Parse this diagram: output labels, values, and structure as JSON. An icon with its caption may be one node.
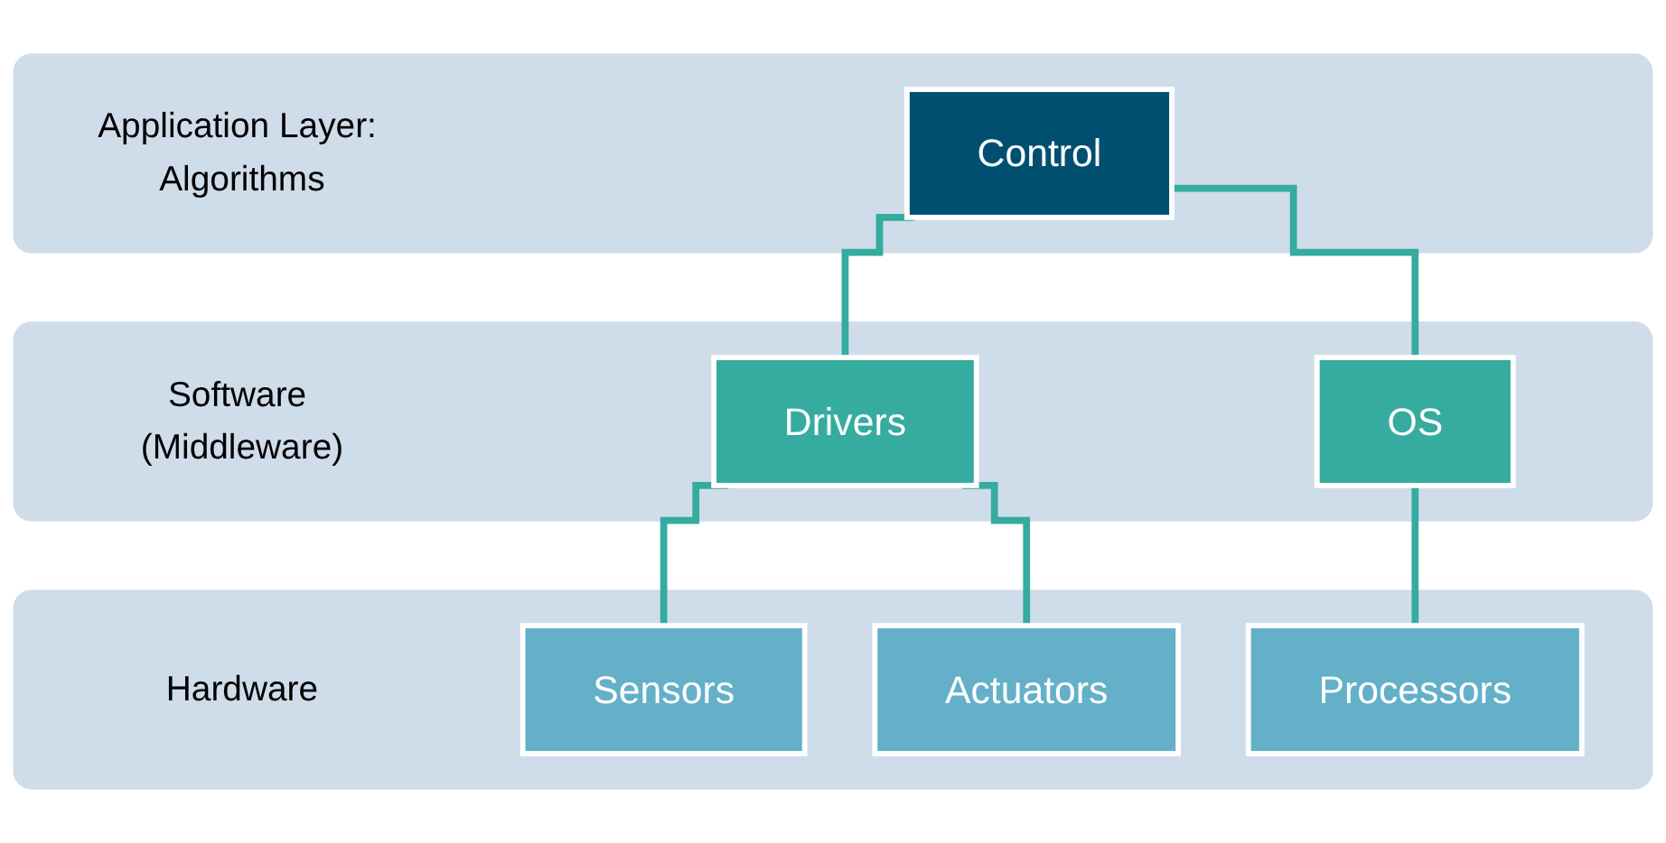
{
  "diagram": {
    "nodes": [
      {
        "text": [
          "Application Layer: Algorithms"
        ]
      },
      {
        "text": [
          "Control"
        ],
        "in": 0
      },
      {
        "text": [
          "Software (Middleware)"
        ]
      },
      {
        "text": [
          "Drivers"
        ],
        "in": 2
      },
      {
        "text": [
          "OS"
        ],
        "in": 2
      },
      {
        "text": [
          "Hardware"
        ]
      },
      {
        "text": [
          "Sensors"
        ],
        "in": 5
      },
      {
        "text": [
          "Actuators"
        ],
        "in": 5
      },
      {
        "text": [
          "Processors"
        ],
        "in": 5
      }
    ],
    "edges": [
      {
        "from": 1,
        "to": 3,
        "arrow": "none"
      },
      {
        "from": 1,
        "to": 4,
        "arrow": "none"
      },
      {
        "from": 3,
        "to": 6,
        "arrow": "none"
      },
      {
        "from": 3,
        "to": 7,
        "arrow": "none"
      },
      {
        "from": 4,
        "to": 8,
        "arrow": "none"
      }
    ]
  }
}
